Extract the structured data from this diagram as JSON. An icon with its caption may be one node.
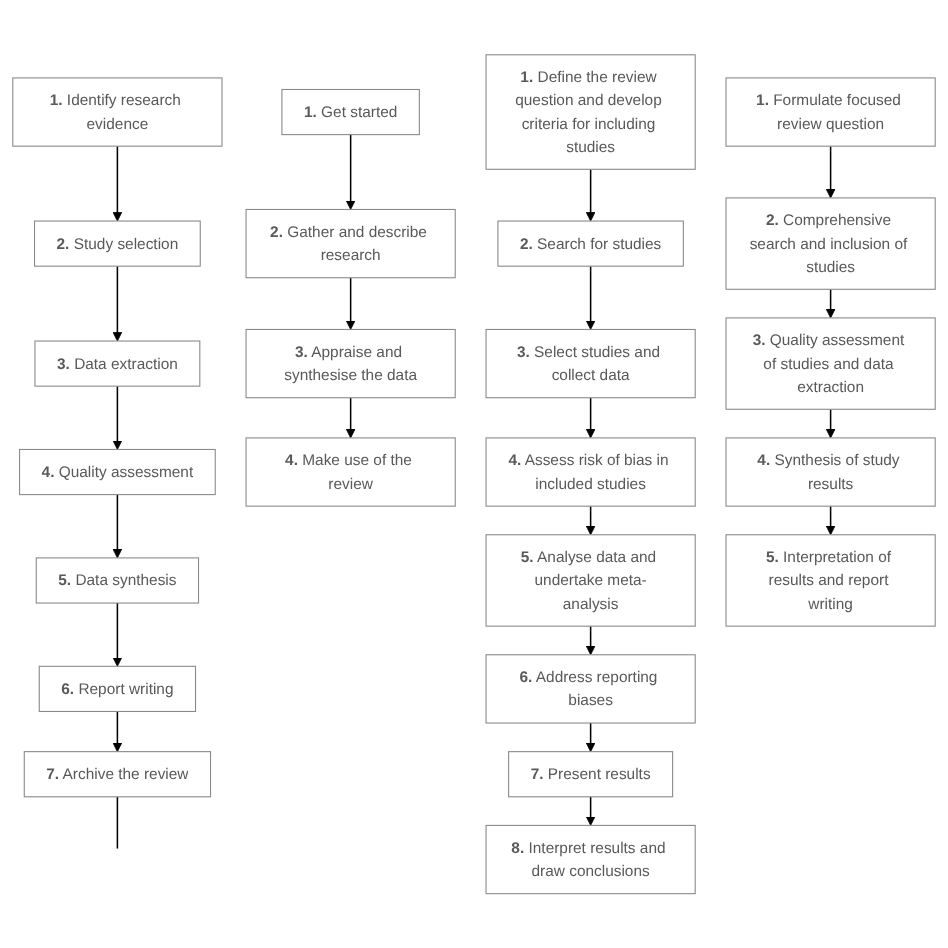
{
  "diagram": {
    "nodes": [
      {
        "text": [
          "**1.** Identify research evidence"
        ]
      },
      {
        "text": [
          "**2.** Study selection"
        ]
      },
      {
        "text": [
          "**3.** Data extraction"
        ]
      },
      {
        "text": [
          "**4.** Quality assessment"
        ]
      },
      {
        "text": [
          "**5.** Data synthesis"
        ]
      },
      {
        "text": [
          "**6.** Report writing"
        ]
      },
      {
        "text": [
          "**7.** Archive the review"
        ]
      },
      {
        "text": [
          "**1.** Get started"
        ]
      },
      {
        "text": [
          "**2.** Gather and describe research"
        ]
      },
      {
        "text": [
          "**3.** Appraise and synthesise the data"
        ]
      },
      {
        "text": [
          "**4.** Make use of the review"
        ]
      },
      {
        "text": [
          "**1.** Define the review question and develop criteria for including studies"
        ]
      },
      {
        "text": [
          "**2.** Search for studies"
        ]
      },
      {
        "text": [
          "**3.** Select studies and collect data"
        ]
      },
      {
        "text": [
          "**4.** Assess risk of bias in included studies"
        ]
      },
      {
        "text": [
          "**5.** Analyse data and undertake meta-analysis"
        ]
      },
      {
        "text": [
          "**6.** Address reporting biases"
        ]
      },
      {
        "text": [
          "**7.** Present results"
        ]
      },
      {
        "text": [
          "**8.** Interpret results and draw conclusions"
        ]
      },
      {
        "text": [
          "**1.** Formulate focused review question"
        ]
      },
      {
        "text": [
          "**2.** Comprehensive search and inclusion of studies"
        ]
      },
      {
        "text": [
          "**3.** Quality assessment of studies and data extraction"
        ]
      },
      {
        "text": [
          "**4.** Synthesis of study results"
        ]
      },
      {
        "text": [
          "**5.** Interpretation of results and report writing"
        ]
      }
    ],
    "edges": [
      {
        "from": 0,
        "to": 1,
        "arrow": "to"
      },
      {
        "from": 1,
        "to": 2,
        "arrow": "to"
      },
      {
        "from": 2,
        "to": 3,
        "arrow": "to"
      },
      {
        "from": 3,
        "to": 4,
        "arrow": "to"
      },
      {
        "from": 4,
        "to": 5,
        "arrow": "to"
      },
      {
        "from": 5,
        "to": 6,
        "arrow": "to"
      },
      {
        "from": 6,
        "to": null,
        "arrow": "none"
      },
      {
        "from": 7,
        "to": 8,
        "arrow": "to"
      },
      {
        "from": 8,
        "to": 9,
        "arrow": "to"
      },
      {
        "from": 9,
        "to": 10,
        "arrow": "to"
      },
      {
        "from": 11,
        "to": 12,
        "arrow": "to"
      },
      {
        "from": 12,
        "to": 13,
        "arrow": "to"
      },
      {
        "from": 13,
        "to": 14,
        "arrow": "to"
      },
      {
        "from": 14,
        "to": 15,
        "arrow": "to"
      },
      {
        "from": 15,
        "to": 16,
        "arrow": "to"
      },
      {
        "from": 16,
        "to": 17,
        "arrow": "to"
      },
      {
        "from": 17,
        "to": 18,
        "arrow": "to"
      },
      {
        "from": 19,
        "to": 20,
        "arrow": "to"
      },
      {
        "from": 20,
        "to": 21,
        "arrow": "to"
      },
      {
        "from": 21,
        "to": 22,
        "arrow": "to"
      },
      {
        "from": 22,
        "to": 23,
        "arrow": "to"
      }
    ]
  }
}
